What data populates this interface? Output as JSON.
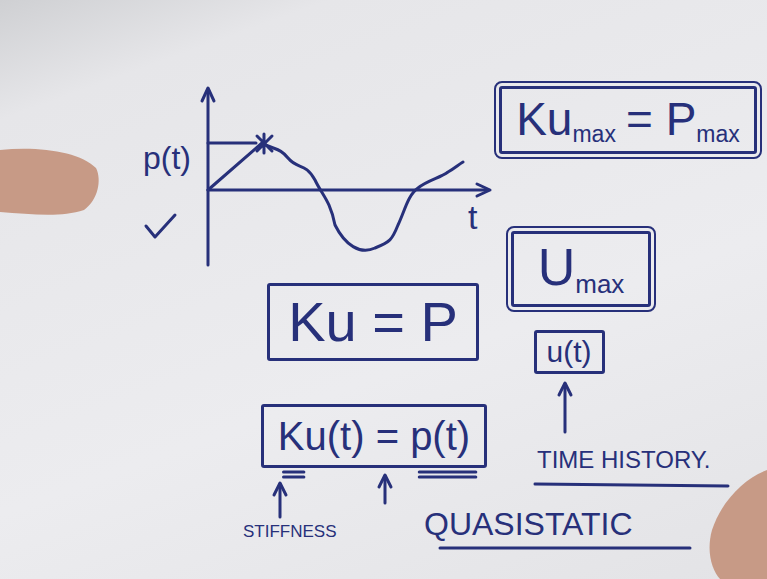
{
  "diagram": {
    "nodes": [
      {
        "text": [
          "Ku",
          "max",
          "= P",
          "max"
        ]
      },
      {
        "text": [
          "U",
          "max"
        ]
      },
      {
        "text": [
          "u(t)"
        ]
      },
      {
        "text": [
          "Ku = P"
        ]
      },
      {
        "text": [
          "Ku(t) = p(t)"
        ]
      }
    ],
    "labels": [
      "p(t)",
      "t",
      "TIME HISTORY.",
      "STIFFNESS",
      "QUASISTATIC"
    ]
  }
}
